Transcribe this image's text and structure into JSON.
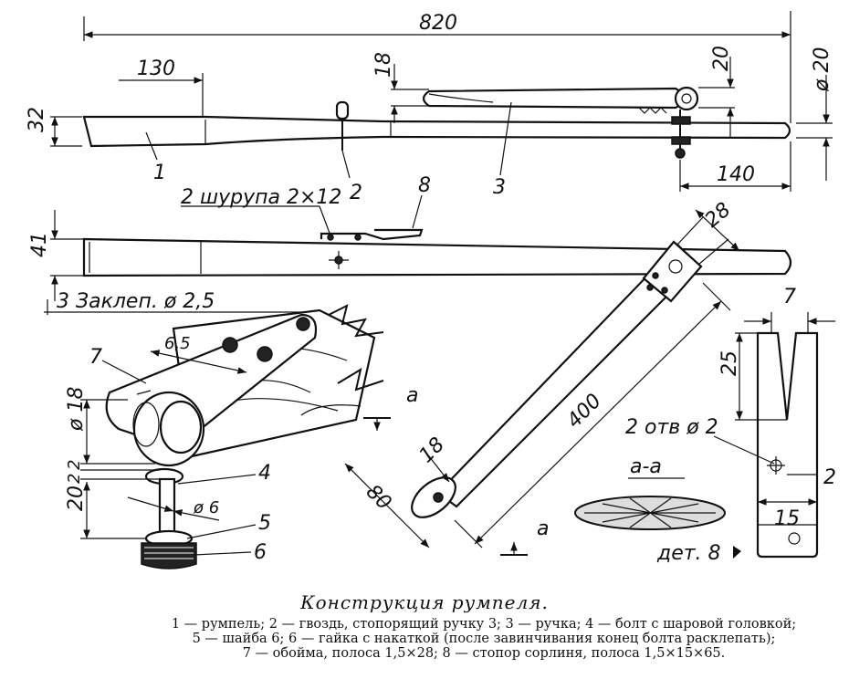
{
  "dimensions": {
    "overall_length": "820",
    "front_offset": "130",
    "handle_offset": "18",
    "handle_height": "20",
    "diameter_20": "ø 20",
    "tiller_height": "32",
    "handle_pivot": "140",
    "tiller_height_top": "41",
    "tip_width": "28",
    "handle_length": "400",
    "neck_width": "18",
    "grip_width": "80",
    "slot_width": "7",
    "slot_depth": "25",
    "plate_width": "15",
    "hole_offset": "2",
    "clamp_width": "6,5",
    "ball_diameter": "ø 18",
    "gap_2a": "2",
    "gap_2b": "2",
    "bolt_length": "20",
    "bolt_diameter": "ø 6"
  },
  "labels": {
    "part_1": "1",
    "part_2": "2",
    "part_3": "3",
    "part_4": "4",
    "part_5": "5",
    "part_6": "6",
    "part_7": "7",
    "part_8": "8",
    "screws": "2 шурупа 2×12",
    "rivets": "3 Заклеп. ø 2,5",
    "holes": "2 отв ø 2",
    "section_mark_top": "а",
    "section_mark_bottom": "а",
    "section_title": "а-а",
    "detail_8": "дет. 8"
  },
  "caption": {
    "title": "Конструкция румпеля.",
    "lines": [
      "1 — румпель; 2 — гвоздь, стопорящий ручку 3; 3 — ручка; 4 — болт с шаровой головкой;",
      "5 — шайба 6; 6 — гайка с накаткой (после завинчивания конец болта расклепать);",
      "7 — обойма, полоса 1,5×28; 8 — стопор сорлиня, полоса 1,5×15×65."
    ]
  }
}
